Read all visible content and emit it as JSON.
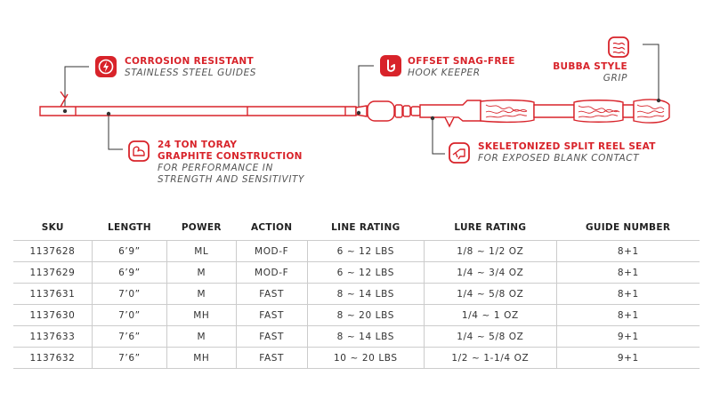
{
  "features": {
    "corrosion": {
      "title": "CORROSION RESISTANT",
      "sub": [
        "STAINLESS STEEL GUIDES"
      ],
      "icon": "shield-bolt-icon"
    },
    "offset": {
      "title": "OFFSET SNAG-FREE",
      "sub": [
        "HOOK KEEPER"
      ],
      "icon": "hook-icon"
    },
    "bubba": {
      "title": "BUBBA STYLE",
      "sub": [
        "GRIP"
      ],
      "icon": "grip-icon"
    },
    "graphite": {
      "title_lines": [
        "24 TON TORAY",
        "GRAPHITE CONSTRUCTION"
      ],
      "sub": [
        "FOR PERFORMANCE IN",
        "STRENGTH AND SENSITIVITY"
      ],
      "icon": "flexed-arm-icon"
    },
    "reelseat": {
      "title": "SKELETONIZED SPLIT REEL SEAT",
      "sub": [
        "FOR EXPOSED BLANK CONTACT"
      ],
      "icon": "reel-seat-icon"
    }
  },
  "colors": {
    "accent": "#d8232a",
    "text": "#333333",
    "rule": "#cccccc"
  },
  "table": {
    "headers": [
      "SKU",
      "LENGTH",
      "POWER",
      "ACTION",
      "LINE RATING",
      "LURE RATING",
      "GUIDE NUMBER"
    ],
    "rows": [
      [
        "1137628",
        "6’9”",
        "ML",
        "MOD-F",
        "6 ~ 12 LBS",
        "1/8 ~ 1/2 OZ",
        "8+1"
      ],
      [
        "1137629",
        "6’9”",
        "M",
        "MOD-F",
        "6 ~ 12 LBS",
        "1/4 ~ 3/4 OZ",
        "8+1"
      ],
      [
        "1137631",
        "7’0”",
        "M",
        "FAST",
        "8 ~ 14 LBS",
        "1/4 ~ 5/8 OZ",
        "8+1"
      ],
      [
        "1137630",
        "7’0”",
        "MH",
        "FAST",
        "8 ~ 20 LBS",
        "1/4 ~ 1 OZ",
        "8+1"
      ],
      [
        "1137633",
        "7’6”",
        "M",
        "FAST",
        "8 ~ 14 LBS",
        "1/4 ~ 5/8 OZ",
        "9+1"
      ],
      [
        "1137632",
        "7’6”",
        "MH",
        "FAST",
        "10 ~ 20 LBS",
        "1/2 ~ 1-1/4 OZ",
        "9+1"
      ]
    ]
  }
}
